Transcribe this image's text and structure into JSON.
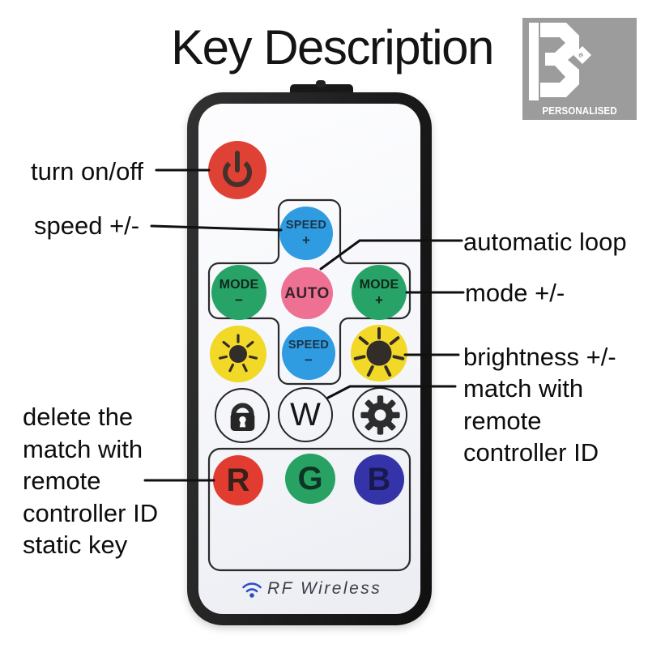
{
  "title": "Key Description",
  "logo": {
    "brand": "PERSONALISED"
  },
  "labels": {
    "turn_on_off": "turn on/off",
    "speed": "speed +/-",
    "automatic_loop": "automatic loop",
    "mode": "mode +/-",
    "brightness": "brightness +/-",
    "match": {
      "lines": [
        "match with",
        "remote",
        "controller ID"
      ]
    },
    "delete_match": {
      "lines": [
        "delete the",
        "match with",
        "remote",
        "controller ID",
        "static key"
      ]
    }
  },
  "remote": {
    "brand": "RF Wireless",
    "buttons": {
      "speed_plus": {
        "line1": "SPEED",
        "line2": "+"
      },
      "mode_minus": {
        "line1": "MODE",
        "line2": "−"
      },
      "auto": {
        "label": "AUTO"
      },
      "mode_plus": {
        "line1": "MODE",
        "line2": "+"
      },
      "speed_minus": {
        "line1": "SPEED",
        "line2": "−"
      },
      "white": {
        "label": "W"
      },
      "red": {
        "label": "R"
      },
      "green": {
        "label": "G"
      },
      "blue": {
        "label": "B"
      }
    }
  },
  "colors": {
    "power_red": "#df4134",
    "speed_blue": "#2f9ce2",
    "mode_green": "#28a368",
    "auto_pink": "#ee7193",
    "brightness_yellow": "#f2d827",
    "key_red": "#e23c30",
    "key_green": "#27a263",
    "key_blue": "#3434a8",
    "wifi_blue": "#2b4ec8",
    "logo_gray": "#9c9c9c"
  }
}
